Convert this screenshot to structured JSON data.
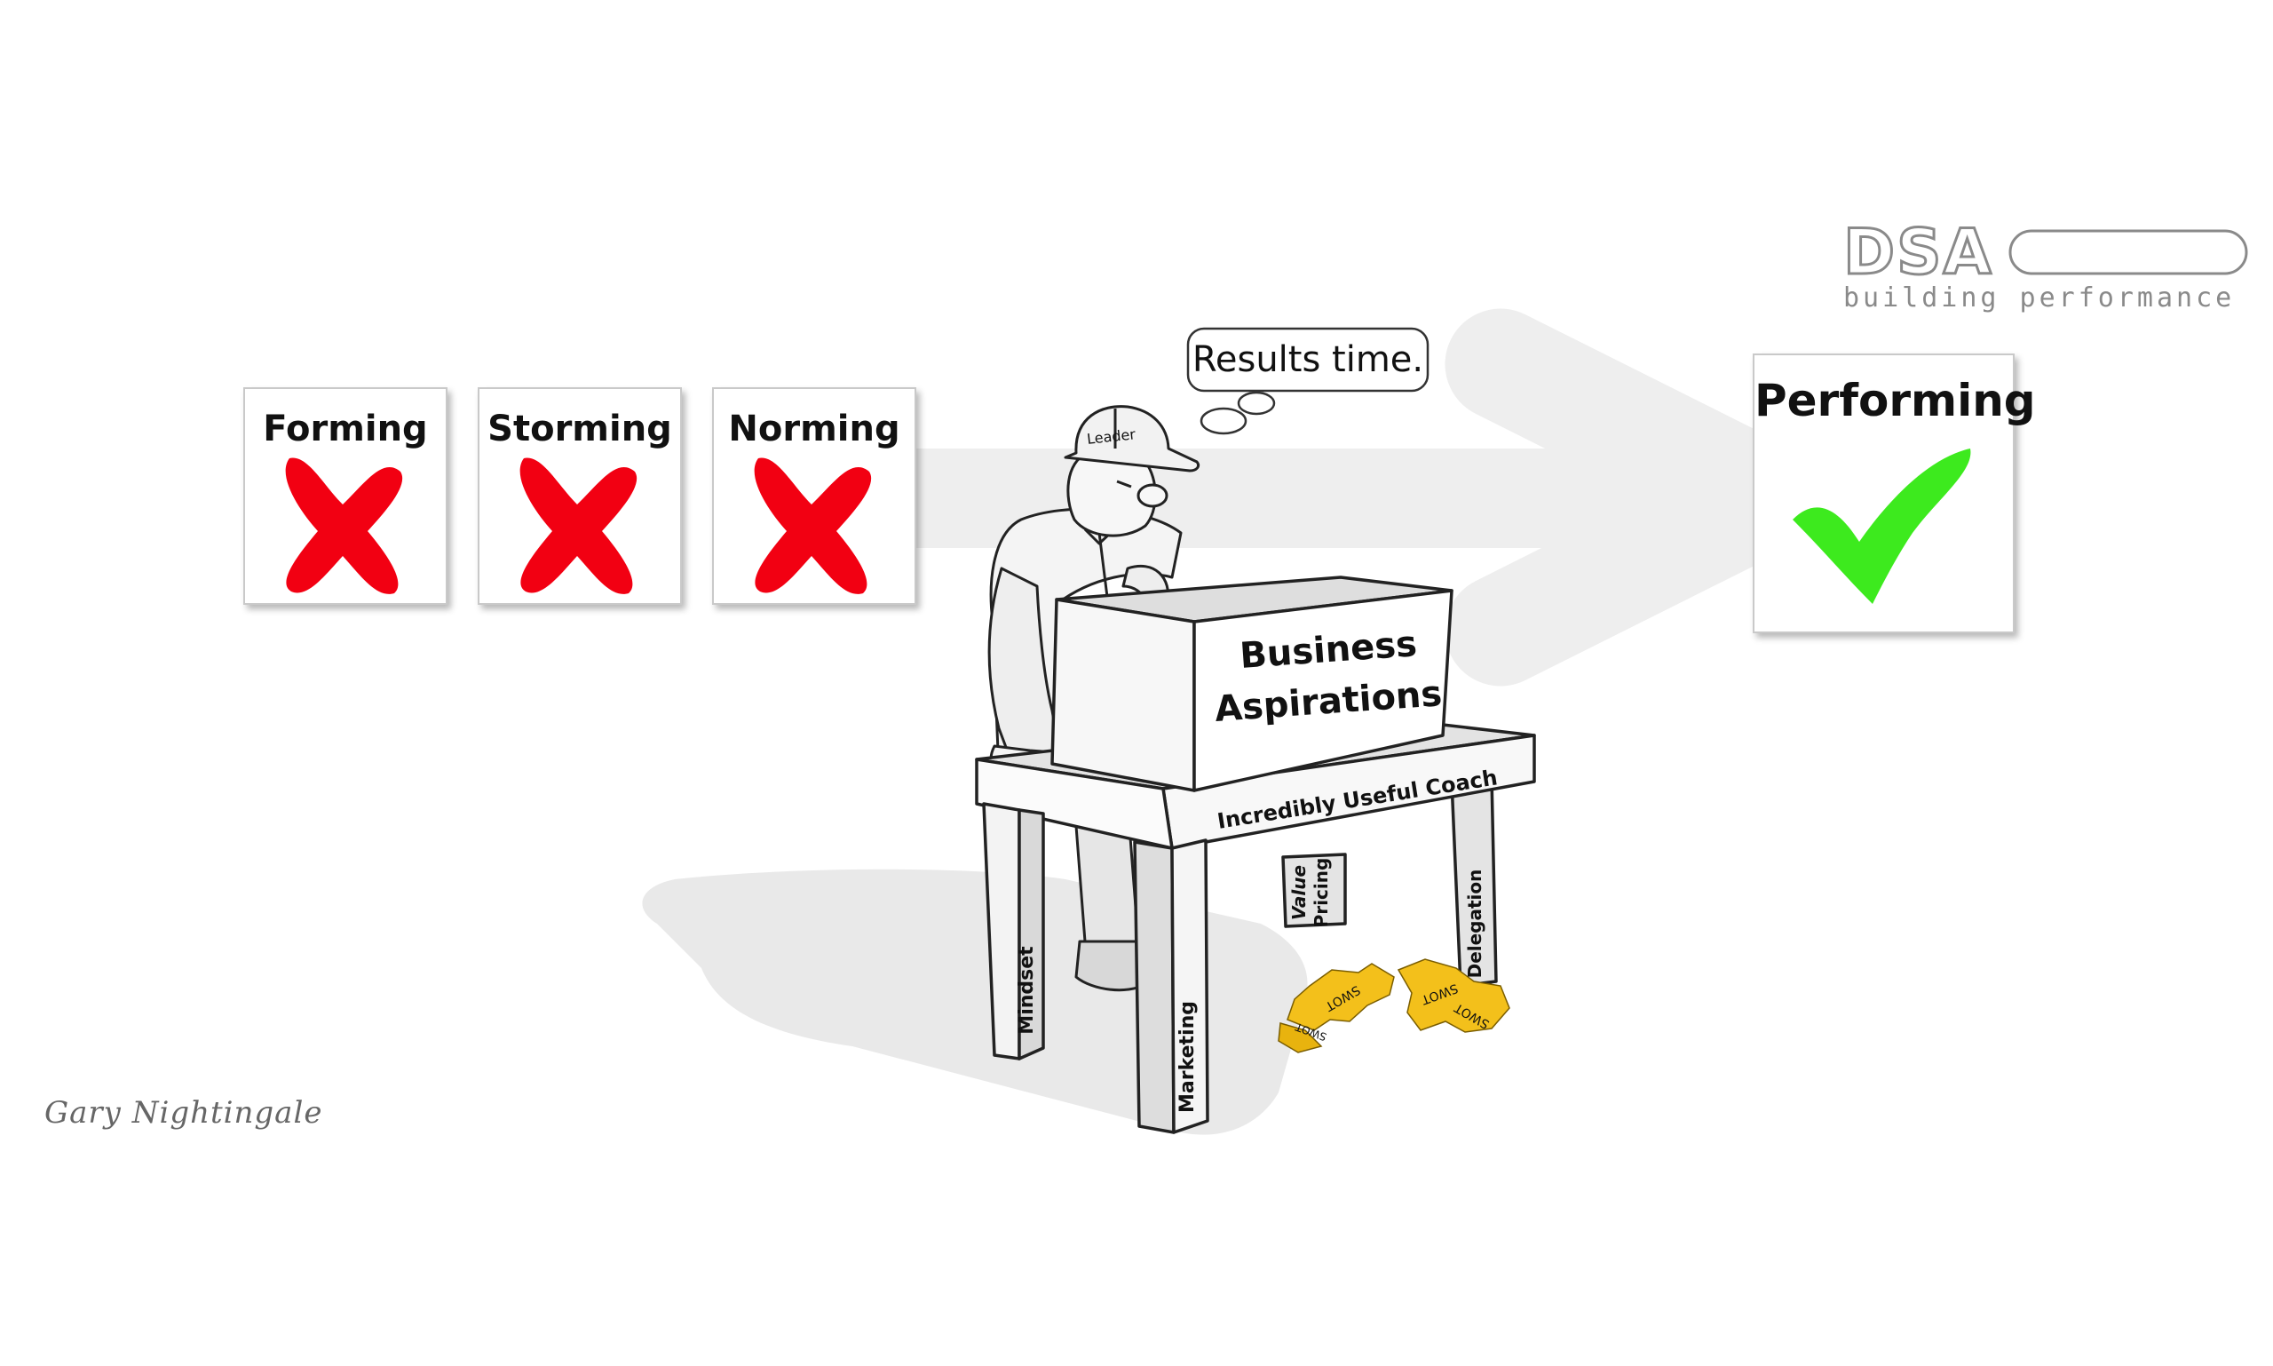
{
  "stages": [
    {
      "label": "Forming",
      "status": "failed",
      "mark": "cross-icon"
    },
    {
      "label": "Storming",
      "status": "failed",
      "mark": "cross-icon"
    },
    {
      "label": "Norming",
      "status": "failed",
      "mark": "cross-icon"
    },
    {
      "label": "Performing",
      "status": "achieved",
      "mark": "checkmark-icon"
    }
  ],
  "thought_bubble": "Results time.",
  "figure": {
    "helmet_label": "Leader",
    "box_label_line1": "Business",
    "box_label_line2": "Aspirations",
    "tabletop_label": "Incredibly Useful Coach",
    "leg_labels": {
      "front_left": "Mindset",
      "front_right": "Marketing",
      "back_left_line1": "Value",
      "back_left_line2": "Pricing",
      "back_right": "Delegation"
    },
    "paper_fragments": [
      "SWOT",
      "SWOT",
      "SWOT",
      "SWOT"
    ]
  },
  "brand": {
    "logo_text": "DSA",
    "tagline": "building performance"
  },
  "signature": "Gary Nightingale",
  "colors": {
    "cross": "#f20012",
    "check": "#3dea1e",
    "arrow": "#eeeeee",
    "paper": "#f3c01b",
    "logo_gray": "#8a8a8a"
  }
}
